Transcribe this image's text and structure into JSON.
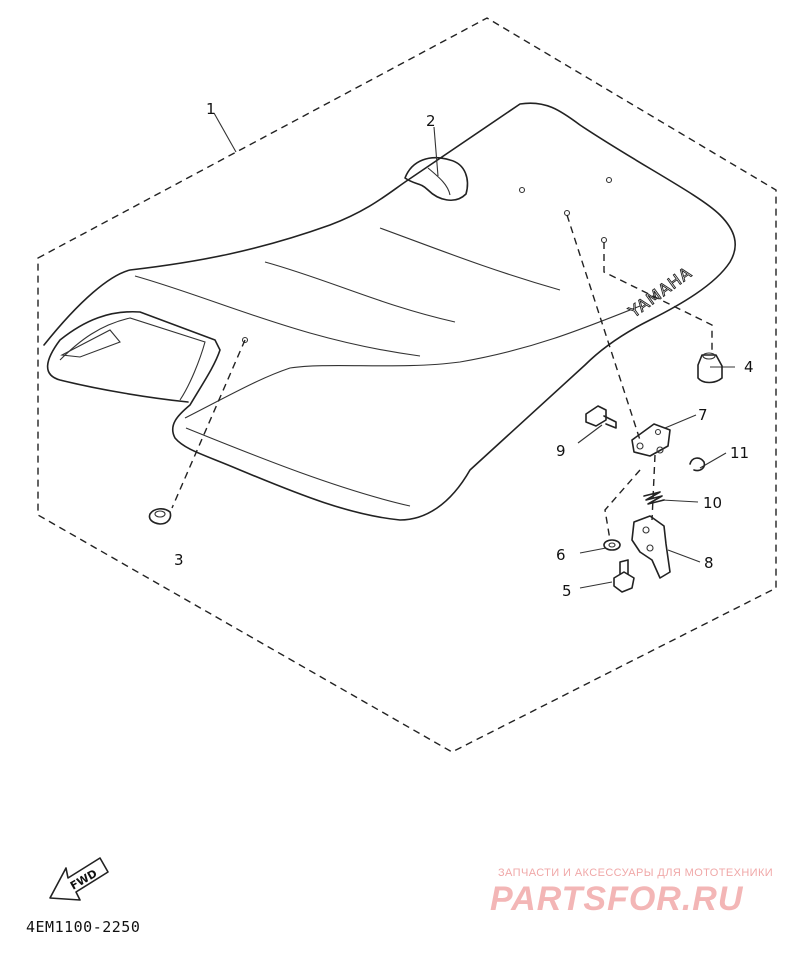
{
  "diagram": {
    "brand_on_seat": "YAMAHA",
    "direction_label": "FWD",
    "diagram_code": "4EM1100-2250"
  },
  "callouts": [
    "1",
    "2",
    "3",
    "4",
    "5",
    "6",
    "7",
    "8",
    "9",
    "10",
    "11"
  ],
  "watermark": {
    "tagline": "ЗАПЧАСТИ И АКСЕССУАРЫ ДЛЯ МОТОТЕХНИКИ",
    "logo": "PARTSFOR.RU"
  }
}
